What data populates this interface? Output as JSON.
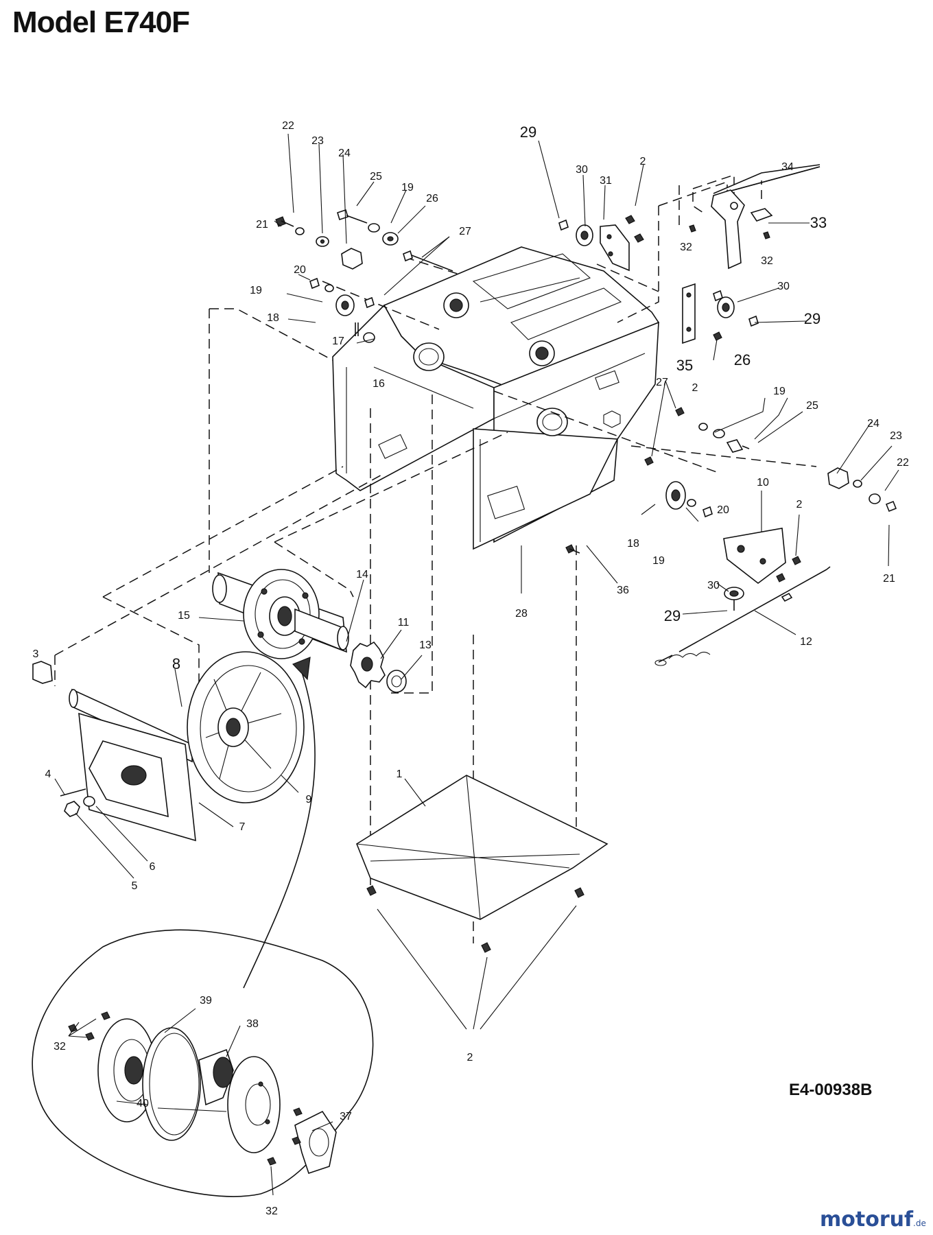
{
  "title": "Model E740F",
  "diagram_code": "E4-00938B",
  "watermark": {
    "brand": "motoruf",
    "suffix": ".de"
  },
  "labels": [
    {
      "id": "l22a",
      "text": "22"
    },
    {
      "id": "l23a",
      "text": "23"
    },
    {
      "id": "l24a",
      "text": "24"
    },
    {
      "id": "l25a",
      "text": "25"
    },
    {
      "id": "l19a",
      "text": "19"
    },
    {
      "id": "l26a",
      "text": "26"
    },
    {
      "id": "l21a",
      "text": "21"
    },
    {
      "id": "l27a",
      "text": "27"
    },
    {
      "id": "l20a",
      "text": "20"
    },
    {
      "id": "l19b",
      "text": "19"
    },
    {
      "id": "l18a",
      "text": "18"
    },
    {
      "id": "l17",
      "text": "17"
    },
    {
      "id": "l16",
      "text": "16"
    },
    {
      "id": "l29a",
      "text": "29"
    },
    {
      "id": "l30a",
      "text": "30"
    },
    {
      "id": "l31",
      "text": "31"
    },
    {
      "id": "l2a",
      "text": "2"
    },
    {
      "id": "l34",
      "text": "34"
    },
    {
      "id": "l33",
      "text": "33"
    },
    {
      "id": "l32a",
      "text": "32"
    },
    {
      "id": "l32b",
      "text": "32"
    },
    {
      "id": "l30b",
      "text": "30"
    },
    {
      "id": "l29b",
      "text": "29"
    },
    {
      "id": "l35",
      "text": "35"
    },
    {
      "id": "l2b",
      "text": "2"
    },
    {
      "id": "l26b",
      "text": "26"
    },
    {
      "id": "l27b",
      "text": "27"
    },
    {
      "id": "l19c",
      "text": "19"
    },
    {
      "id": "l25b",
      "text": "25"
    },
    {
      "id": "l24b",
      "text": "24"
    },
    {
      "id": "l23b",
      "text": "23"
    },
    {
      "id": "l22b",
      "text": "22"
    },
    {
      "id": "l10",
      "text": "10"
    },
    {
      "id": "l2c",
      "text": "2"
    },
    {
      "id": "l20b",
      "text": "20"
    },
    {
      "id": "l18b",
      "text": "18"
    },
    {
      "id": "l19d",
      "text": "19"
    },
    {
      "id": "l21b",
      "text": "21"
    },
    {
      "id": "l36",
      "text": "36"
    },
    {
      "id": "l28",
      "text": "28"
    },
    {
      "id": "l30c",
      "text": "30"
    },
    {
      "id": "l29c",
      "text": "29"
    },
    {
      "id": "l12",
      "text": "12"
    },
    {
      "id": "l14",
      "text": "14"
    },
    {
      "id": "l15",
      "text": "15"
    },
    {
      "id": "l11",
      "text": "11"
    },
    {
      "id": "l13",
      "text": "13"
    },
    {
      "id": "l3",
      "text": "3"
    },
    {
      "id": "l8",
      "text": "8"
    },
    {
      "id": "l4",
      "text": "4"
    },
    {
      "id": "l9",
      "text": "9"
    },
    {
      "id": "l7",
      "text": "7"
    },
    {
      "id": "l6",
      "text": "6"
    },
    {
      "id": "l5",
      "text": "5"
    },
    {
      "id": "l1",
      "text": "1"
    },
    {
      "id": "l2d",
      "text": "2"
    },
    {
      "id": "l39",
      "text": "39"
    },
    {
      "id": "l38",
      "text": "38"
    },
    {
      "id": "l32c",
      "text": "32"
    },
    {
      "id": "l40",
      "text": "40"
    },
    {
      "id": "l37",
      "text": "37"
    },
    {
      "id": "l32d",
      "text": "32"
    }
  ]
}
